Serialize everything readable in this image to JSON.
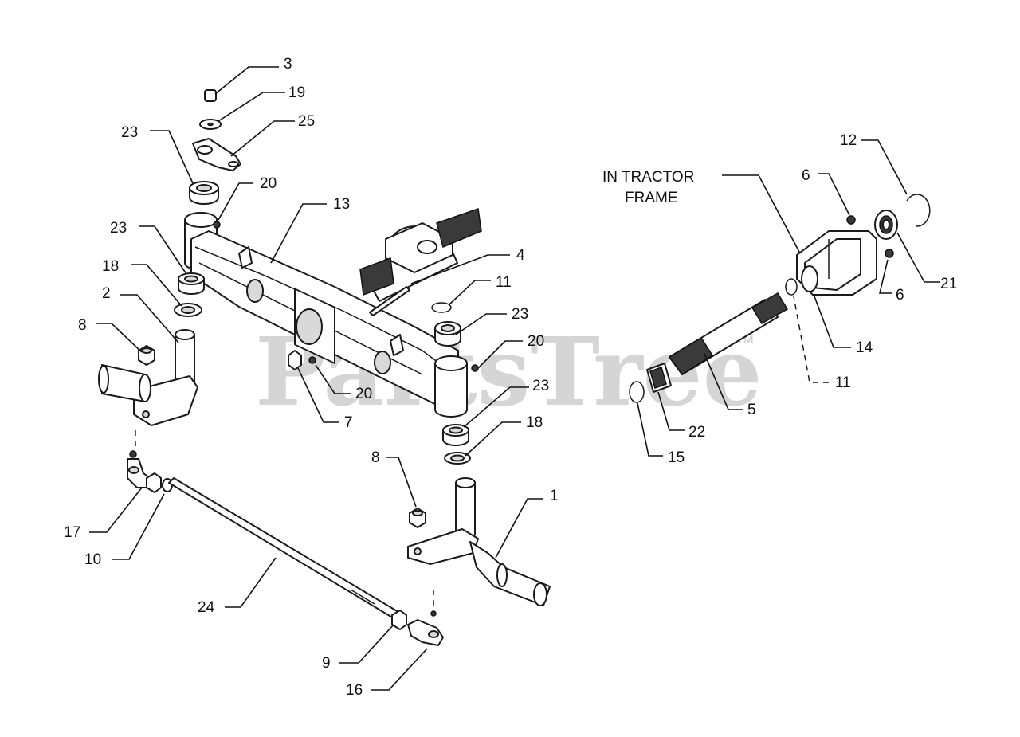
{
  "watermark": {
    "text": "PartsTree",
    "trademark": "TM"
  },
  "frame_note": {
    "line1": "IN TRACTOR",
    "line2": "FRAME"
  },
  "callouts": {
    "c3": "3",
    "c19": "19",
    "c25": "25",
    "c23a": "23",
    "c20a": "20",
    "c13": "13",
    "c23b": "23",
    "c18a": "18",
    "c2": "2",
    "c8a": "8",
    "c4": "4",
    "c11a": "11",
    "c23c": "23",
    "c20b": "20",
    "c20c": "20",
    "c7": "7",
    "c23d": "23",
    "c18b": "18",
    "c8b": "8",
    "c1": "1",
    "c17": "17",
    "c10": "10",
    "c24": "24",
    "c9": "9",
    "c16": "16",
    "c12": "12",
    "c6a": "6",
    "c6b": "6",
    "c21": "21",
    "c14": "14",
    "c11b": "11",
    "c5": "5",
    "c22": "22",
    "c15": "15"
  }
}
